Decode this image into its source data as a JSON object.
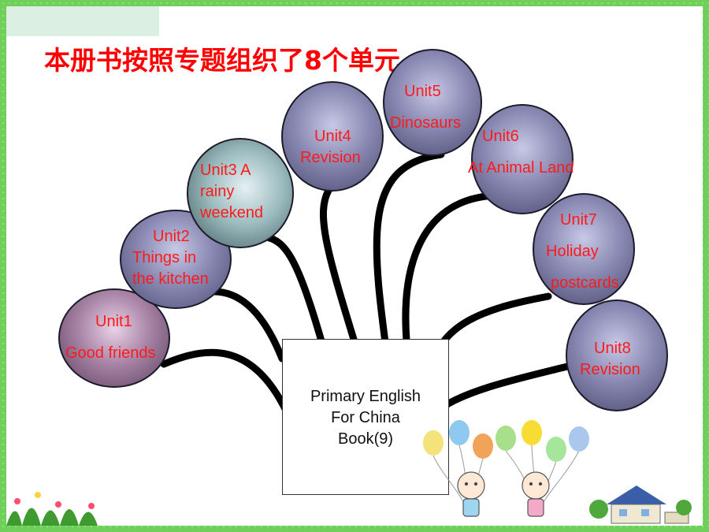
{
  "title": "本册书按照专题组织了8个单元",
  "book": {
    "line1": "Primary English",
    "line2": "For China",
    "line3": "Book(9)"
  },
  "units": [
    {
      "lines": [
        "Unit1",
        "Good friends"
      ]
    },
    {
      "lines": [
        "Unit2",
        "Things in",
        "the kitchen"
      ]
    },
    {
      "lines": [
        "Unit3 A",
        "rainy",
        "weekend"
      ]
    },
    {
      "lines": [
        "Unit4",
        "Revision"
      ]
    },
    {
      "lines": [
        "Unit5",
        "Dinosaurs"
      ]
    },
    {
      "lines": [
        "Unit6",
        "At Animal Land"
      ]
    },
    {
      "lines": [
        "Unit7",
        "Holiday",
        "postcards"
      ]
    },
    {
      "lines": [
        "Unit8",
        "Revision"
      ]
    }
  ],
  "colors": {
    "frame_green": "#6fcf5a",
    "title_red": "#ff0000",
    "unit_text_red": "#ff1a1a"
  },
  "decorations": [
    "balloons",
    "two-kids-illustration",
    "house-illustration",
    "grass-and-flowers"
  ]
}
